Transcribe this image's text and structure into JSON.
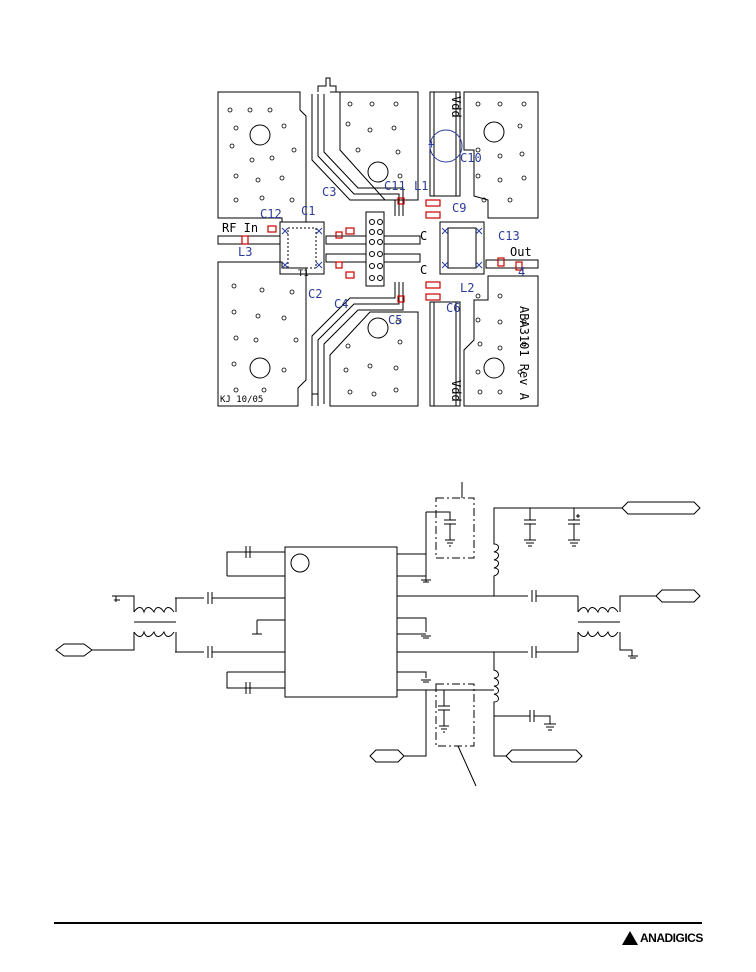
{
  "pcb": {
    "labels": {
      "vdd_top": "Vdd",
      "vdd_bottom": "Vdd",
      "rf_in": "RF In",
      "out": "Out",
      "board_rev": "ABA3101 Rev A",
      "date": "KJ 10/05",
      "c1": "C1",
      "c2": "C2",
      "c3": "C3",
      "c4": "C4",
      "c5": "C5",
      "c6": "C6",
      "c9": "C9",
      "c10": "C10",
      "c11": "C11",
      "c12": "C12",
      "c13": "C13",
      "l1": "L1",
      "l2": "L2",
      "l3": "L3",
      "l4": "4",
      "t1": "T1",
      "c_left": "C",
      "c_left2": "C",
      "plus": "+"
    }
  },
  "schematic": {},
  "footer": {
    "logo_text": "ANADIGICS"
  }
}
